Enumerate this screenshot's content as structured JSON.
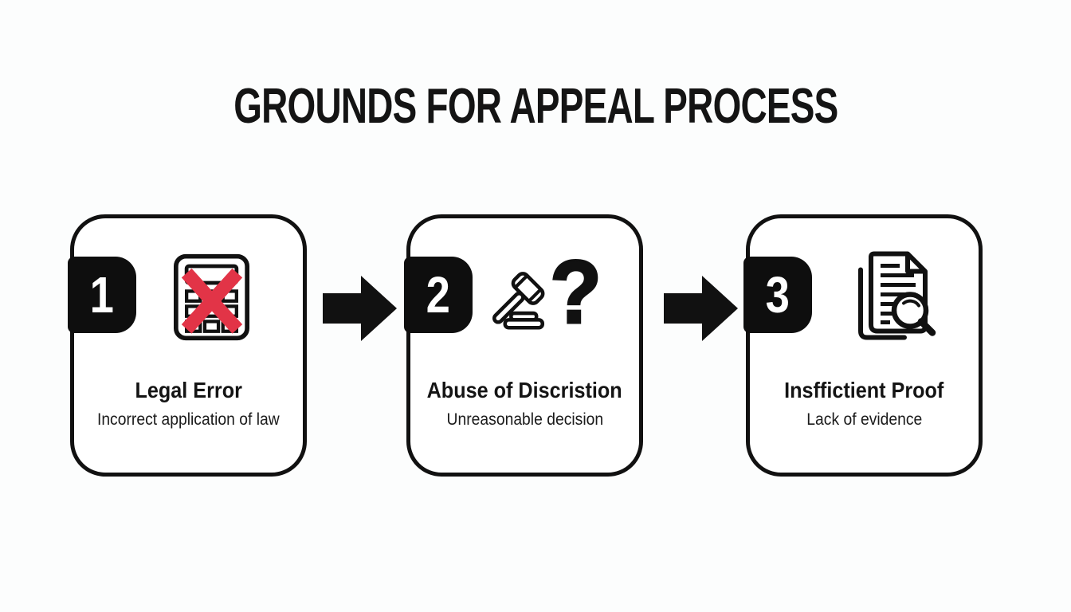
{
  "page": {
    "background": "#fcfdfd"
  },
  "header": {
    "title": "GROUNDS FOR APPEAL PROCESS"
  },
  "colors": {
    "ink": "#111111",
    "card_background": "#ffffff",
    "badge_background": "#0e0e0e",
    "badge_text": "#ffffff",
    "error_red": "#e23447"
  },
  "steps": [
    {
      "number": "1",
      "icon": "form-x-icon",
      "title": "Legal Error",
      "subtitle": "Incorrect application of law"
    },
    {
      "number": "2",
      "icon": "gavel-question-icon",
      "icon_glyph": "?",
      "title": "Abuse of Discristion",
      "subtitle": "Unreasonable decision"
    },
    {
      "number": "3",
      "icon": "document-search-icon",
      "title": "Insffictient Proof",
      "subtitle": "Lack of evidence"
    }
  ],
  "connectors": [
    {
      "type": "arrow-right"
    },
    {
      "type": "arrow-right"
    }
  ]
}
